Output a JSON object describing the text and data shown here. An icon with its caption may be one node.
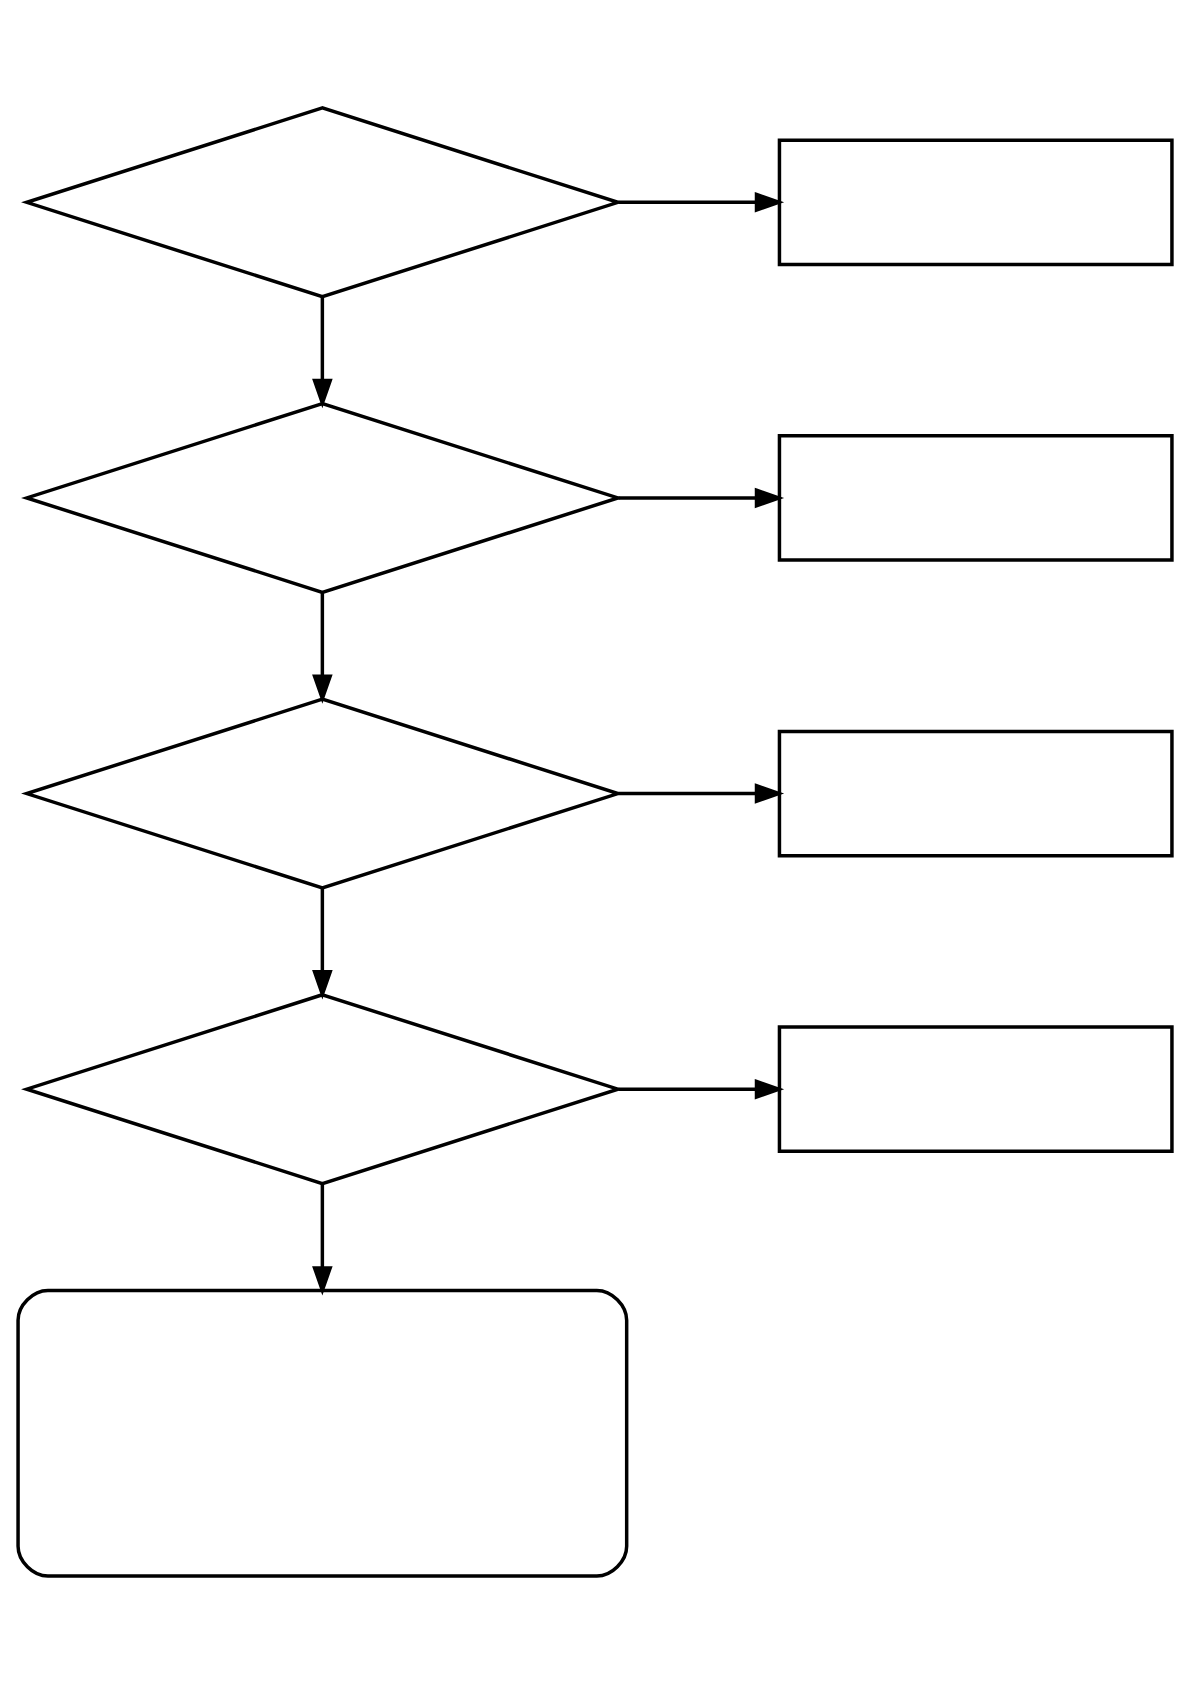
{
  "diagram": {
    "nodes": [
      {
        "text": [],
        "shape": "diamond"
      },
      {
        "text": [],
        "shape": "box"
      },
      {
        "text": [],
        "shape": "diamond"
      },
      {
        "text": [],
        "shape": "box"
      },
      {
        "text": [],
        "shape": "diamond"
      },
      {
        "text": [],
        "shape": "box"
      },
      {
        "text": [],
        "shape": "diamond"
      },
      {
        "text": [],
        "shape": "box"
      },
      {
        "text": [],
        "shape": "box"
      }
    ],
    "edges": [
      {
        "from": 0,
        "to": 1,
        "arrow": "to"
      },
      {
        "from": 0,
        "to": 2,
        "arrow": "to"
      },
      {
        "from": 2,
        "to": 3,
        "arrow": "to"
      },
      {
        "from": 2,
        "to": 4,
        "arrow": "to"
      },
      {
        "from": 4,
        "to": 5,
        "arrow": "to"
      },
      {
        "from": 4,
        "to": 6,
        "arrow": "to"
      },
      {
        "from": 6,
        "to": 7,
        "arrow": "to"
      },
      {
        "from": 6,
        "to": 8,
        "arrow": "to"
      }
    ]
  }
}
